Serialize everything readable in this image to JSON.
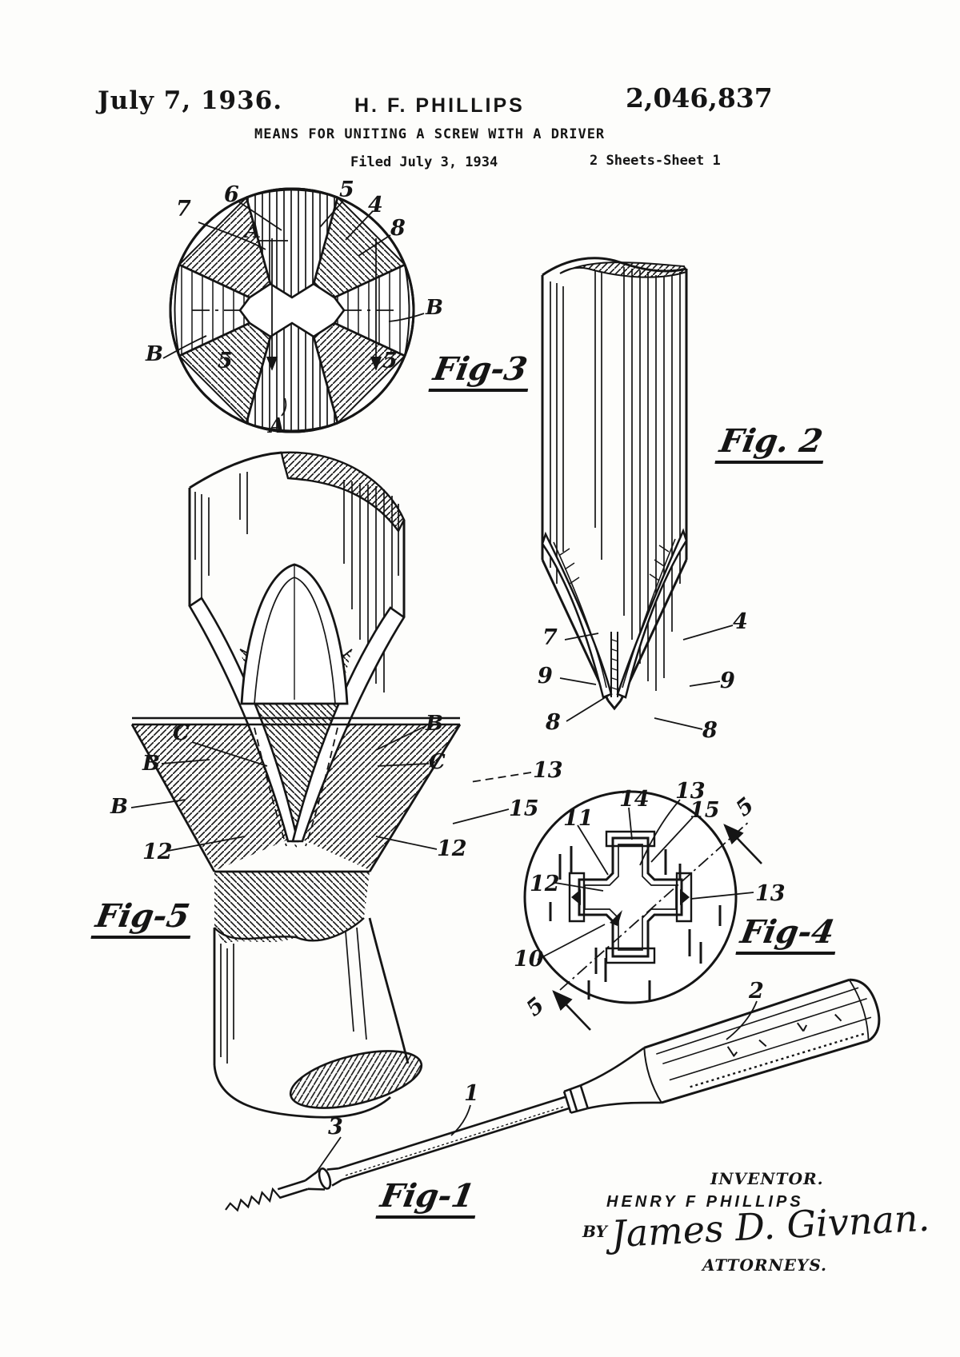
{
  "header": {
    "date": "July 7, 1936.",
    "inventor": "H. F. PHILLIPS",
    "patent_number": "2,046,837",
    "title": "MEANS FOR UNITING A SCREW WITH A DRIVER",
    "filed": "Filed July 3, 1934",
    "sheet": "2 Sheets-Sheet 1"
  },
  "fig3": {
    "caption": "Fig-3",
    "ref_7": "7",
    "ref_6": "6",
    "ref_5": "5",
    "ref_4": "4",
    "ref_8": "8",
    "ref_a_top": "A",
    "ref_a_bottom": "A",
    "ref_b_left": "B",
    "ref_b_right": "B",
    "section_left": "5",
    "section_right": "5"
  },
  "fig2": {
    "caption": "Fig. 2",
    "ref_7": "7",
    "ref_4": "4",
    "ref_9_left": "9",
    "ref_9_right": "9",
    "ref_8_left": "8",
    "ref_8_right": "8"
  },
  "fig5": {
    "caption": "Fig-5",
    "ref_c_left": "C",
    "ref_c_right": "C",
    "ref_b_upper_left": "B",
    "ref_b_lower_left": "B",
    "ref_b_right": "B",
    "ref_12_left": "12",
    "ref_12_right": "12",
    "ref_13": "13",
    "ref_15": "15"
  },
  "fig4": {
    "caption": "Fig-4",
    "ref_10": "10",
    "ref_11": "11",
    "ref_12": "12",
    "ref_13_top": "13",
    "ref_13_right": "13",
    "ref_14": "14",
    "ref_15": "15",
    "section_top": "5",
    "section_bottom": "5"
  },
  "fig1": {
    "caption": "Fig-1",
    "ref_1": "1",
    "ref_2": "2",
    "ref_3": "3"
  },
  "signature": {
    "inventor_heading": "INVENTOR.",
    "inventor_name": "HENRY F PHILLIPS",
    "by": "BY",
    "attorney_signature": "James D. Givnan.",
    "attorneys": "ATTORNEYS."
  }
}
